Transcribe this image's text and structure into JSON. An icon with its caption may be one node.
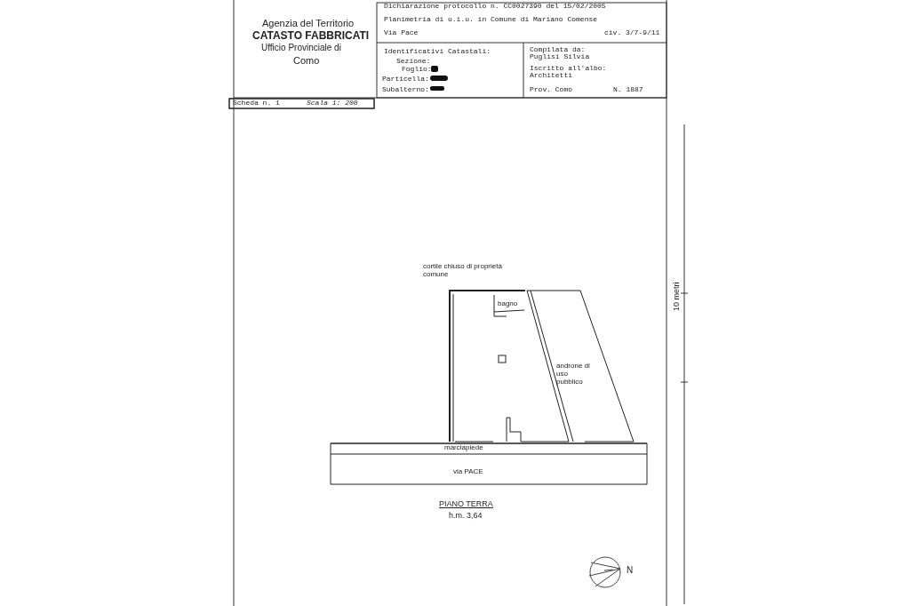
{
  "diagram": {
    "labels": [
      "Agenzia del Territorio",
      "CATASTO FABBRICATI",
      "Ufficio Provinciale di",
      "Como",
      "Dichiarazione protocollo n. CC0027390 del 15/02/2005",
      "Planimetria di u.i.u. in Comune di Mariano Comense",
      "Via Pace",
      "civ. 3/7-9/11",
      "Identificativi Catastali:",
      "Sezione:",
      "Foglio:",
      "Particella:",
      "Subalterno:",
      "Compilata da:",
      "Puglisi Silvia",
      "Iscritto all'albo:",
      "Architetti",
      "Prov. Como",
      "N. 1887",
      "Scheda n. 1",
      "Scala 1: 200",
      "cortile chiuso di proprietà comune",
      "bagno",
      "androne di uso pubblico",
      "marciapiede",
      "via PACE",
      "PIANO TERRA",
      "h.m. 3,64",
      "N",
      "10 metri"
    ]
  }
}
